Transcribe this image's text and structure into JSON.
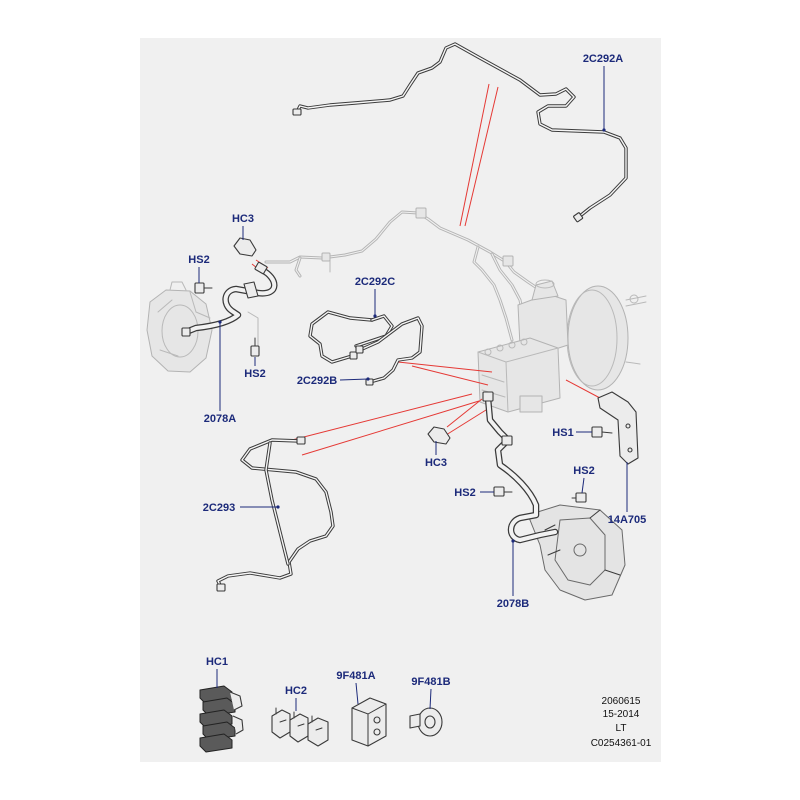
{
  "callouts": [
    {
      "label": "2C292A"
    },
    {
      "label": "HC3"
    },
    {
      "label": "HS2"
    },
    {
      "label": "2C292C"
    },
    {
      "label": "HS2"
    },
    {
      "label": "2C292B"
    },
    {
      "label": "2078A"
    },
    {
      "label": "HS1"
    },
    {
      "label": "HC3"
    },
    {
      "label": "HS2"
    },
    {
      "label": "HS2"
    },
    {
      "label": "2C293"
    },
    {
      "label": "14A705"
    },
    {
      "label": "2078B"
    },
    {
      "label": "HC1"
    },
    {
      "label": "9F481A"
    },
    {
      "label": "9F481B"
    },
    {
      "label": "HC2"
    }
  ],
  "footer": {
    "lines": [
      "2060615",
      "15-2014",
      "LT",
      "C0254361-01"
    ]
  },
  "colors": {
    "panel": "#f0f0f0",
    "callout": "#1c2a7a",
    "highlight": "#e53935",
    "footer": "#111111"
  }
}
